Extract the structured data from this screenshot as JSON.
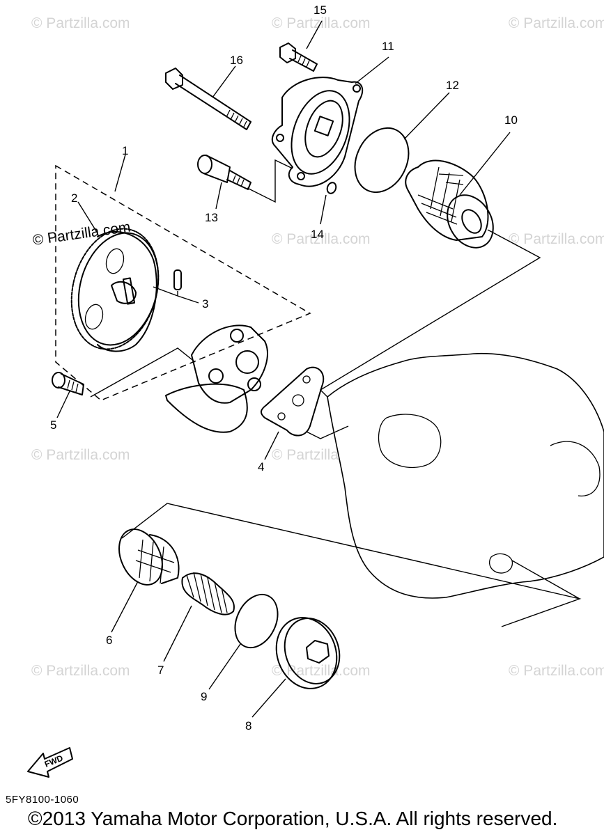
{
  "diagram": {
    "watermark_text": "© Partzilla.com",
    "overlay_watermark_text": "© Partzilla.com",
    "part_callouts": [
      {
        "number": "1"
      },
      {
        "number": "2"
      },
      {
        "number": "3"
      },
      {
        "number": "4"
      },
      {
        "number": "5"
      },
      {
        "number": "6"
      },
      {
        "number": "7"
      },
      {
        "number": "8"
      },
      {
        "number": "9"
      },
      {
        "number": "10"
      },
      {
        "number": "11"
      },
      {
        "number": "12"
      },
      {
        "number": "13"
      },
      {
        "number": "14"
      },
      {
        "number": "15"
      },
      {
        "number": "16"
      }
    ],
    "fwd_badge_text": "FWD",
    "drawing_code": "5FY8100-1060",
    "copyright": "©2013  Yamaha Motor Corporation, U.S.A. All rights reserved."
  }
}
